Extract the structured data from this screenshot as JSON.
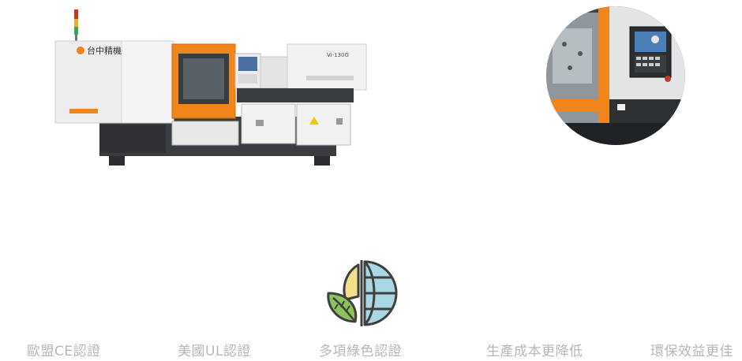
{
  "machine": {
    "brand_text": "台中精機",
    "model_text": "Vi-130G"
  },
  "features": [
    {
      "label": "歐盟CE認證"
    },
    {
      "label": "美國UL認證"
    },
    {
      "label": "多項綠色認證"
    },
    {
      "label": "生產成本更降低"
    },
    {
      "label": "環保效益更佳"
    }
  ],
  "colors": {
    "accent_orange": "#f0851c",
    "machine_white": "#ededed",
    "machine_dark": "#3a3d40",
    "label_gray": "#b7b7b7",
    "leaf_green": "#8cc35a",
    "leaf_yellow": "#f4e08a",
    "globe_blue": "#a9d8e4",
    "outline": "#3f3f3f"
  }
}
